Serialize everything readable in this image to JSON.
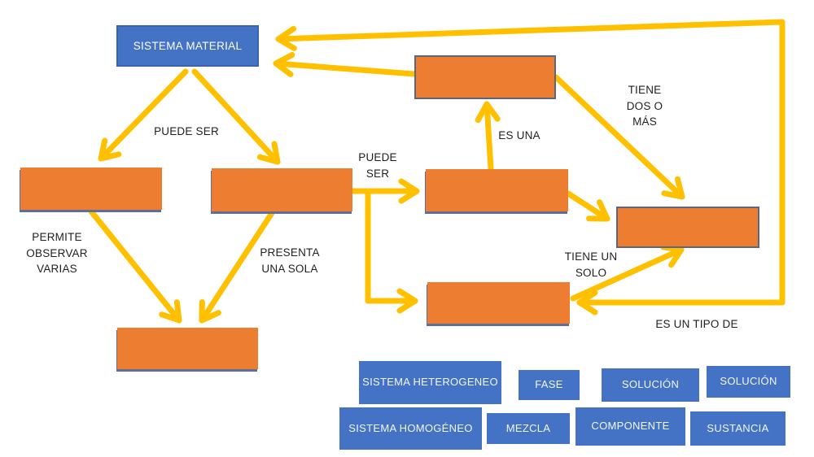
{
  "diagram": {
    "main_node": {
      "label": "SISTEMA MATERIAL"
    },
    "edge_labels": {
      "puede_ser_left": "PUEDE SER",
      "puede_ser_right": "PUEDE SER",
      "permite_observar_varias": "PERMITE OBSERVAR VARIAS",
      "presenta_una_sola": "PRESENTA UNA SOLA",
      "es_una": "ES UNA",
      "tiene_dos_o_mas": "TIENE DOS O MÁS",
      "tiene_un_solo": "TIENE UN SOLO",
      "es_un_tipo_de": "ES UN TIPO DE"
    }
  },
  "word_bank": [
    "SISTEMA HETEROGENEO",
    "FASE",
    "SOLUCIÓN",
    "SOLUCIÓN",
    "SISTEMA HOMOGÉNEO",
    "MEZCLA",
    "COMPONENTE",
    "SUSTANCIA"
  ],
  "colors": {
    "slot_fill": "#ED7D31",
    "node_fill": "#4472C4",
    "arrow": "#FFC000",
    "label_text": "#1F1F1F",
    "chip_text": "#FFFFFF"
  }
}
